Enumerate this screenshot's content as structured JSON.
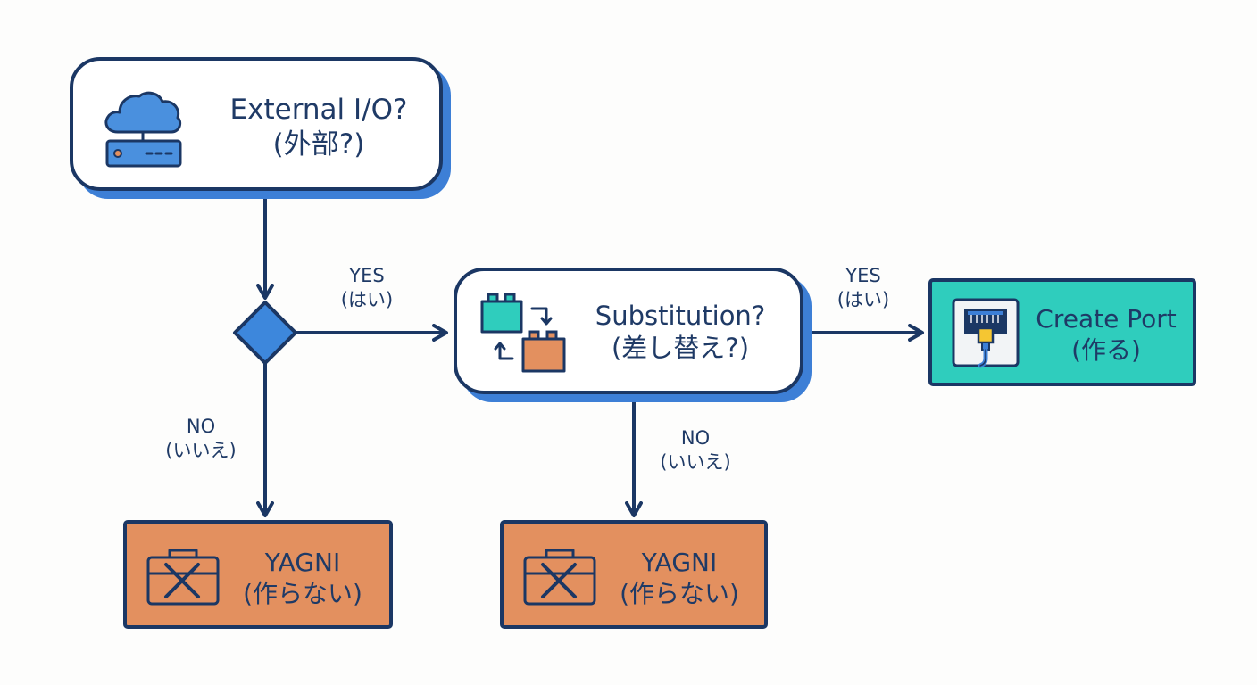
{
  "nodes": {
    "external": {
      "title": "External I/O?",
      "subtitle": "(外部?)",
      "icon": "cloud-server-icon"
    },
    "substitution": {
      "title": "Substitution?",
      "subtitle": "(差し替え?)",
      "icon": "swap-blocks-icon"
    },
    "create_port": {
      "title": "Create Port",
      "subtitle": "(作る)",
      "icon": "ethernet-port-icon"
    },
    "yagni_left": {
      "title": "YAGNI",
      "subtitle": "(作らない)",
      "icon": "crossed-toolbox-icon"
    },
    "yagni_right": {
      "title": "YAGNI",
      "subtitle": "(作らない)",
      "icon": "crossed-toolbox-icon"
    }
  },
  "edges": {
    "yes_1": {
      "label": "YES",
      "sublabel": "(はい)"
    },
    "yes_2": {
      "label": "YES",
      "sublabel": "(はい)"
    },
    "no_1": {
      "label": "NO",
      "sublabel": "(いいえ)"
    },
    "no_2": {
      "label": "NO",
      "sublabel": "(いいえ)"
    }
  },
  "colors": {
    "outline": "#1b3764",
    "accent_blue": "#3d7fd6",
    "yagni_fill": "#e3905f",
    "port_fill": "#2fcdbd",
    "text": "#1f3a66"
  }
}
